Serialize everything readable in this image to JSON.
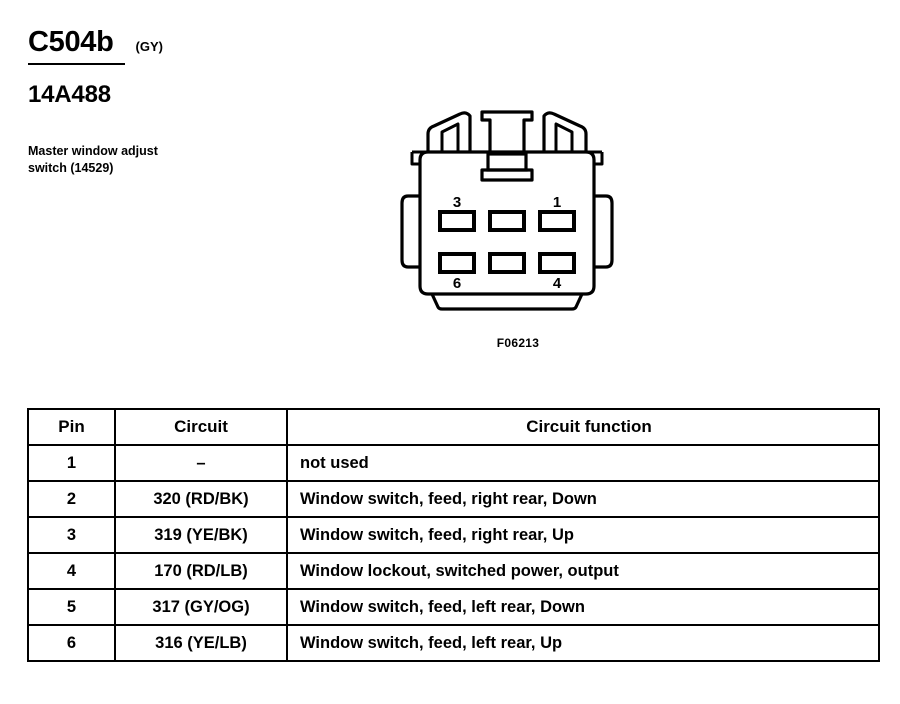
{
  "header": {
    "connector_id": "C504b",
    "color_code": "(GY)",
    "part_number": "14A488",
    "description": "Master window adjust switch (14529)"
  },
  "connector": {
    "caption": "F06213",
    "cavity_count": 6,
    "rows": 2,
    "columns": 3,
    "pin_labels": {
      "top_left": "3",
      "top_right": "1",
      "bottom_left": "6",
      "bottom_right": "4"
    }
  },
  "table": {
    "columns": [
      "Pin",
      "Circuit",
      "Circuit function"
    ],
    "rows": [
      {
        "pin": "1",
        "circuit": "–",
        "function": "not used"
      },
      {
        "pin": "2",
        "circuit": "320 (RD/BK)",
        "function": "Window switch, feed, right rear, Down"
      },
      {
        "pin": "3",
        "circuit": "319 (YE/BK)",
        "function": "Window switch, feed, right rear, Up"
      },
      {
        "pin": "4",
        "circuit": "170 (RD/LB)",
        "function": "Window lockout, switched power, output"
      },
      {
        "pin": "5",
        "circuit": "317 (GY/OG)",
        "function": "Window switch, feed, left rear, Down"
      },
      {
        "pin": "6",
        "circuit": "316 (YE/LB)",
        "function": "Window switch, feed, left rear, Up"
      }
    ]
  },
  "colors": {
    "ink": "#000000",
    "paper": "#ffffff"
  }
}
